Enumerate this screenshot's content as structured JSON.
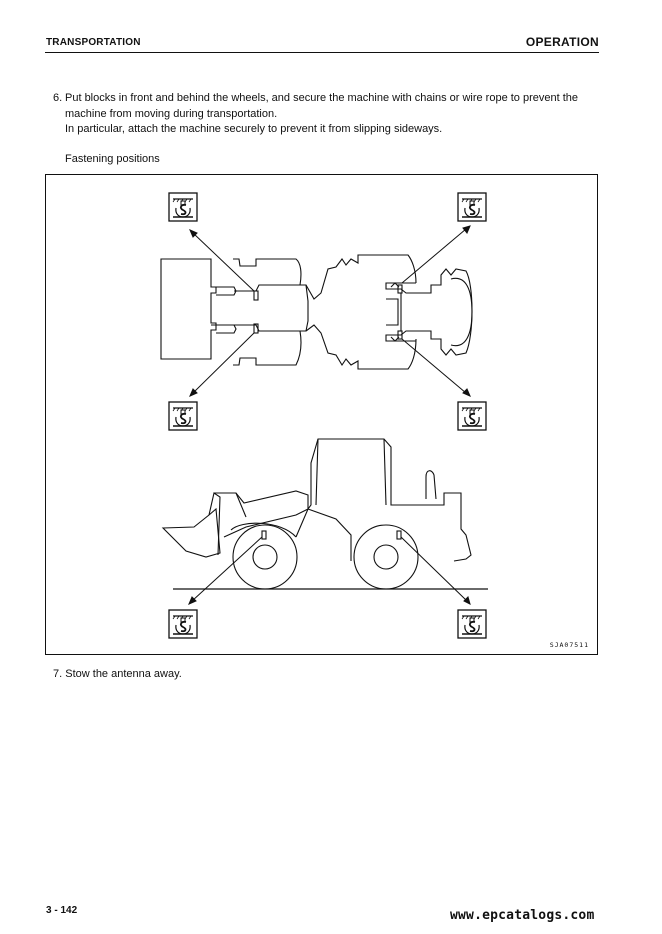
{
  "header": {
    "section": "TRANSPORTATION",
    "chapter": "OPERATION"
  },
  "steps": [
    {
      "number": "6.",
      "lines": [
        "Put blocks in front and behind the wheels, and secure the machine with chains or wire rope to prevent the",
        "machine from moving during transportation.",
        "In particular, attach the machine securely to prevent it from slipping sideways."
      ]
    },
    {
      "number": "7.",
      "text": "Stow the antenna away."
    }
  ],
  "figure": {
    "caption": "Fastening positions",
    "code": "SJA07511",
    "icon": "tie-down-point-icon",
    "line_color": "#111111"
  },
  "footer": {
    "page_number": "3 - 142",
    "watermark": "www.epcatalogs.com"
  }
}
